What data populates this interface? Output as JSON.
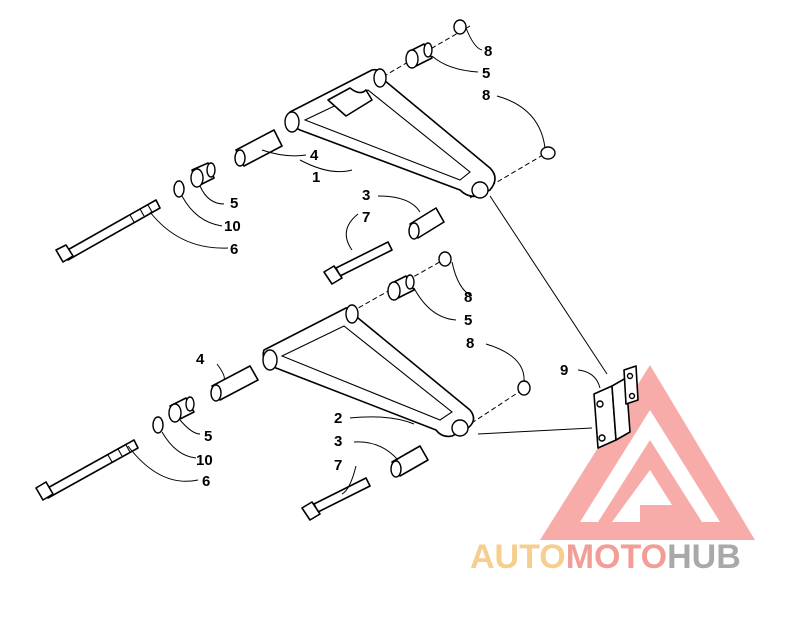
{
  "callouts": {
    "upper": [
      {
        "id": "u8a",
        "label": "8"
      },
      {
        "id": "u5a",
        "label": "5"
      },
      {
        "id": "u8b",
        "label": "8"
      },
      {
        "id": "u4",
        "label": "4"
      },
      {
        "id": "u1",
        "label": "1"
      },
      {
        "id": "u5b",
        "label": "5"
      },
      {
        "id": "u3",
        "label": "3"
      },
      {
        "id": "u10",
        "label": "10"
      },
      {
        "id": "u7",
        "label": "7"
      },
      {
        "id": "u6",
        "label": "6"
      }
    ],
    "lower": [
      {
        "id": "l8a",
        "label": "8"
      },
      {
        "id": "l5a",
        "label": "5"
      },
      {
        "id": "l4",
        "label": "4"
      },
      {
        "id": "l8b",
        "label": "8"
      },
      {
        "id": "l9",
        "label": "9"
      },
      {
        "id": "l2",
        "label": "2"
      },
      {
        "id": "l5b",
        "label": "5"
      },
      {
        "id": "l3",
        "label": "3"
      },
      {
        "id": "l10",
        "label": "10"
      },
      {
        "id": "l7",
        "label": "7"
      },
      {
        "id": "l6",
        "label": "6"
      }
    ]
  },
  "watermark": {
    "word_1": "AUTO",
    "word_2": "MOTO",
    "word_3": "HUB",
    "color_1": "#f5c77a",
    "color_2": "#f08c84",
    "color_3": "#9a9a9a",
    "triangle_color": "#f26a63"
  }
}
